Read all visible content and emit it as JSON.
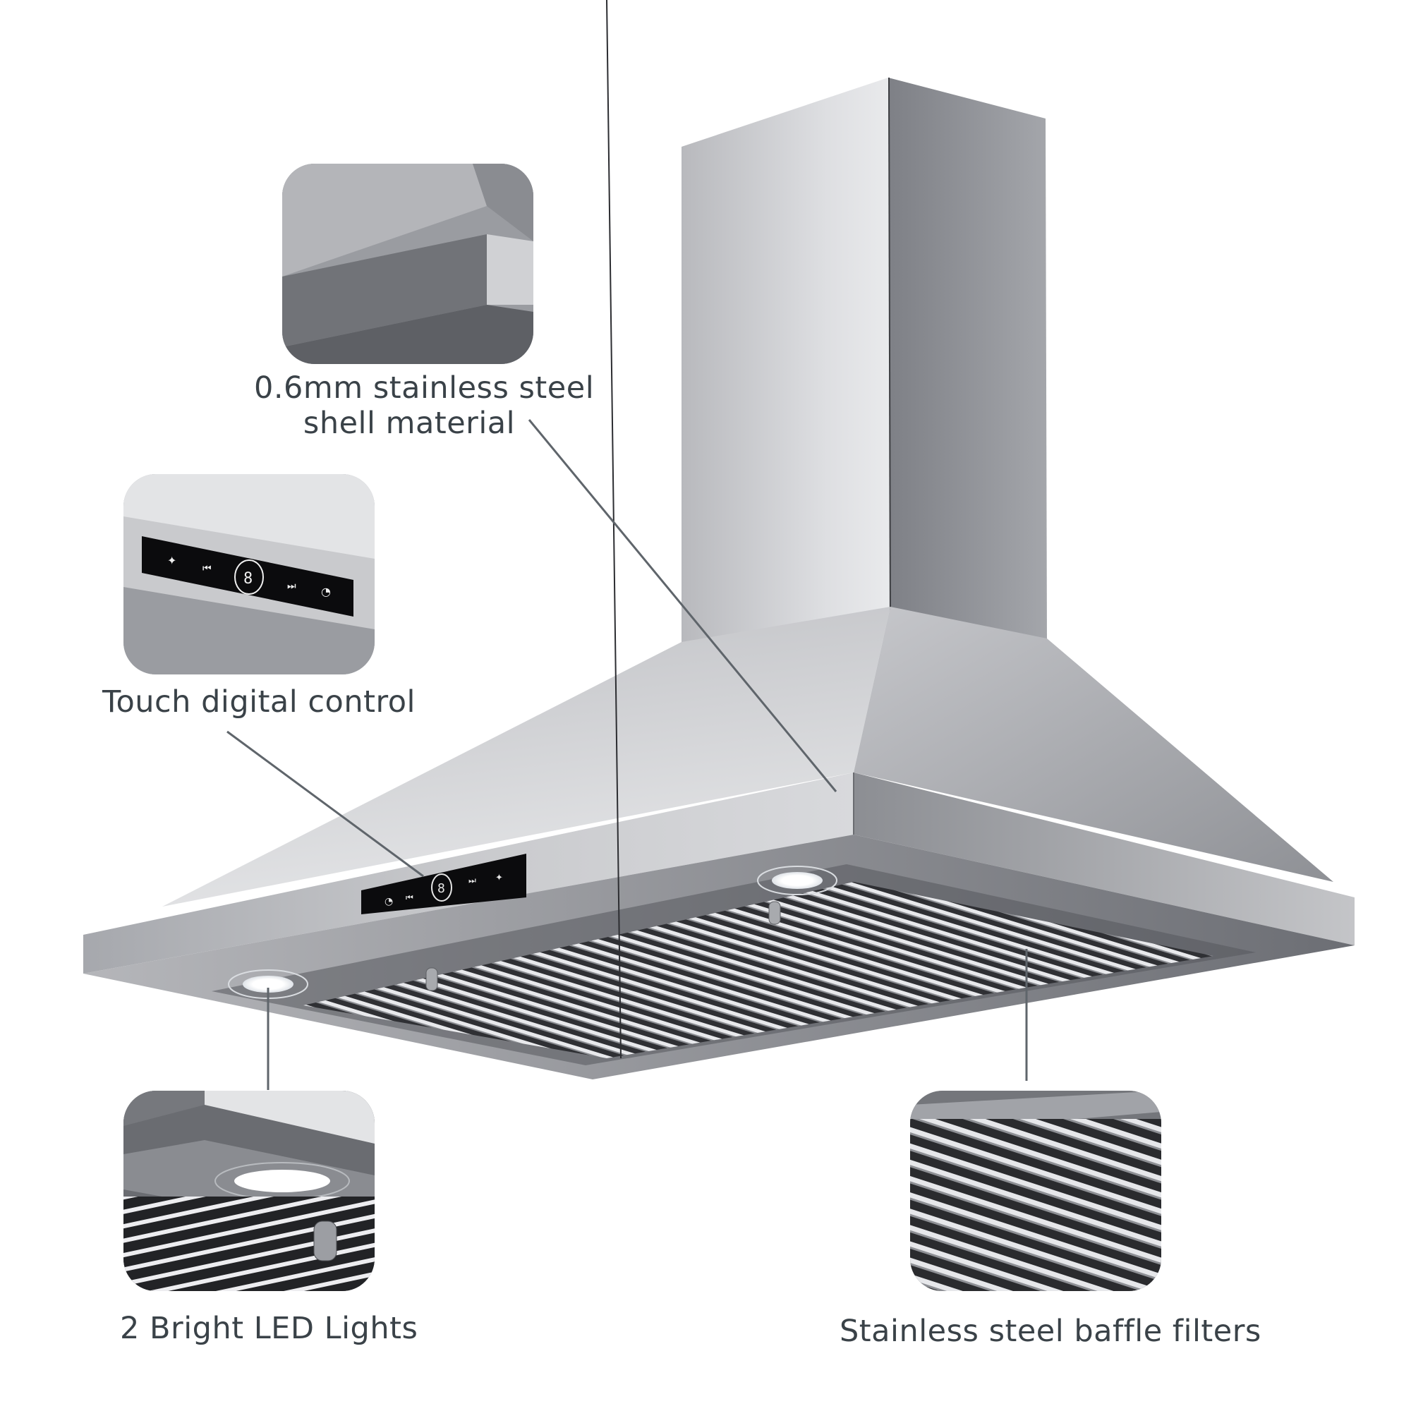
{
  "features": [
    {
      "id": "shell",
      "label_line1": "0.6mm stainless steel",
      "label_line2": "shell material"
    },
    {
      "id": "control",
      "label": "Touch digital control"
    },
    {
      "id": "led",
      "label": "2 Bright LED Lights"
    },
    {
      "id": "filters",
      "label": "Stainless steel baffle filters"
    }
  ],
  "control_panel": {
    "display_digit": "8",
    "icons": [
      "light-icon",
      "fan-speed-down-icon",
      "digit-display",
      "fan-speed-up-icon",
      "timer-icon"
    ]
  },
  "colors": {
    "label_text": "#3a4248",
    "callout_line": "#5f656b",
    "steel_light": "#d7d8dc",
    "steel_mid": "#a9abb0",
    "steel_dark": "#76787e",
    "panel_black": "#0b0b0d",
    "background": "#ffffff"
  }
}
